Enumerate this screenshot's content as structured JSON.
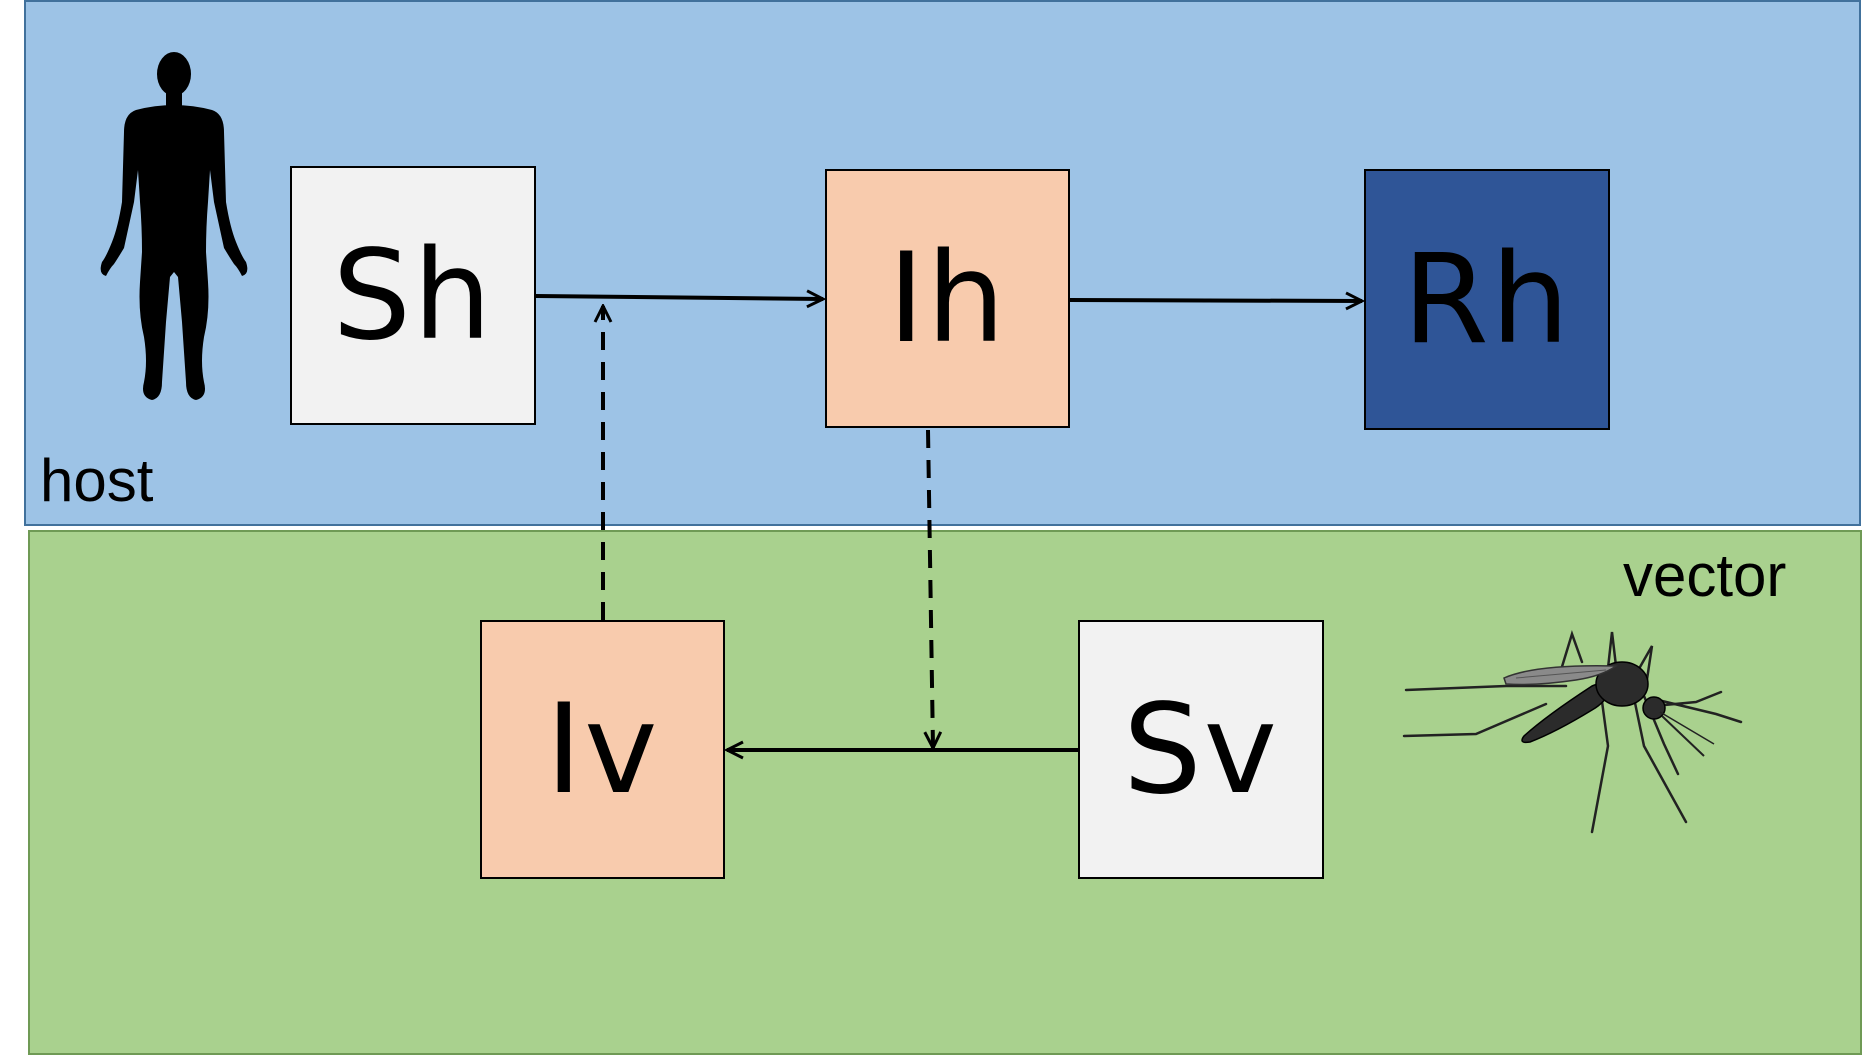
{
  "panels": {
    "host": {
      "label": "host",
      "color": "#9dc3e6"
    },
    "vector": {
      "label": "vector",
      "color": "#a9d18e"
    }
  },
  "compartments": {
    "sh": {
      "label": "Sh",
      "color": "#f2f2f2"
    },
    "ih": {
      "label": "Ih",
      "color": "#f8cbad"
    },
    "rh": {
      "label": "Rh",
      "color": "#2f5597"
    },
    "iv": {
      "label": "Iv",
      "color": "#f8cbad"
    },
    "sv": {
      "label": "Sv",
      "color": "#f2f2f2"
    }
  },
  "flows": [
    {
      "from": "Sh",
      "to": "Ih",
      "style": "solid"
    },
    {
      "from": "Ih",
      "to": "Rh",
      "style": "solid"
    },
    {
      "from": "Sv",
      "to": "Iv",
      "style": "solid"
    },
    {
      "from": "Iv",
      "to": "Sh-Ih flow",
      "style": "dashed"
    },
    {
      "from": "Ih",
      "to": "Sv-Iv flow",
      "style": "dashed"
    }
  ],
  "icons": {
    "host": "human-silhouette-icon",
    "vector": "mosquito-icon"
  }
}
